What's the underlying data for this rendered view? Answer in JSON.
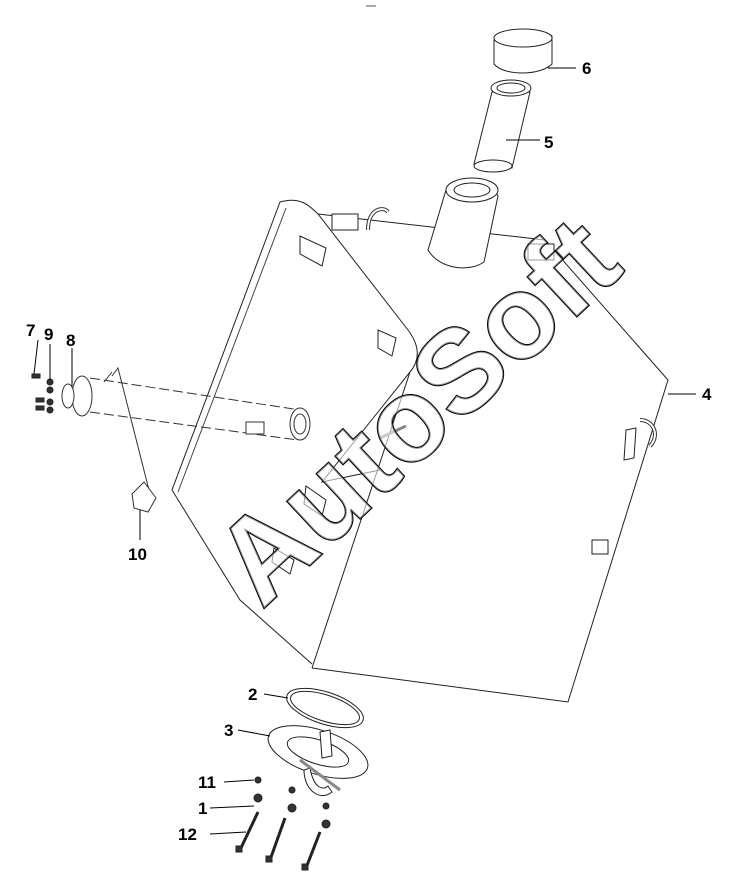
{
  "diagram": {
    "type": "exploded-parts-diagram",
    "watermark": "AutoSoft",
    "callouts": [
      {
        "id": "6",
        "label": "6"
      },
      {
        "id": "5",
        "label": "5"
      },
      {
        "id": "4",
        "label": "4"
      },
      {
        "id": "7",
        "label": "7"
      },
      {
        "id": "9",
        "label": "9"
      },
      {
        "id": "8",
        "label": "8"
      },
      {
        "id": "10",
        "label": "10"
      },
      {
        "id": "2",
        "label": "2"
      },
      {
        "id": "3",
        "label": "3"
      },
      {
        "id": "11",
        "label": "11"
      },
      {
        "id": "1",
        "label": "1"
      },
      {
        "id": "12",
        "label": "12"
      }
    ],
    "parts": [
      {
        "name": "fuel-tank",
        "callout": "4"
      },
      {
        "name": "filler-neck",
        "callout": "5"
      },
      {
        "name": "filler-cap",
        "callout": "6"
      },
      {
        "name": "gasket-ring",
        "callout": "2"
      },
      {
        "name": "pump-flange",
        "callout": "3"
      },
      {
        "name": "level-sender-tube",
        "callout": "8"
      },
      {
        "name": "float",
        "callout": "10"
      },
      {
        "name": "screw",
        "callout": "7"
      },
      {
        "name": "washer",
        "callout": "9"
      },
      {
        "name": "spring-washer",
        "callout": "11"
      },
      {
        "name": "flat-washer",
        "callout": "1"
      },
      {
        "name": "bolt",
        "callout": "12"
      }
    ]
  }
}
